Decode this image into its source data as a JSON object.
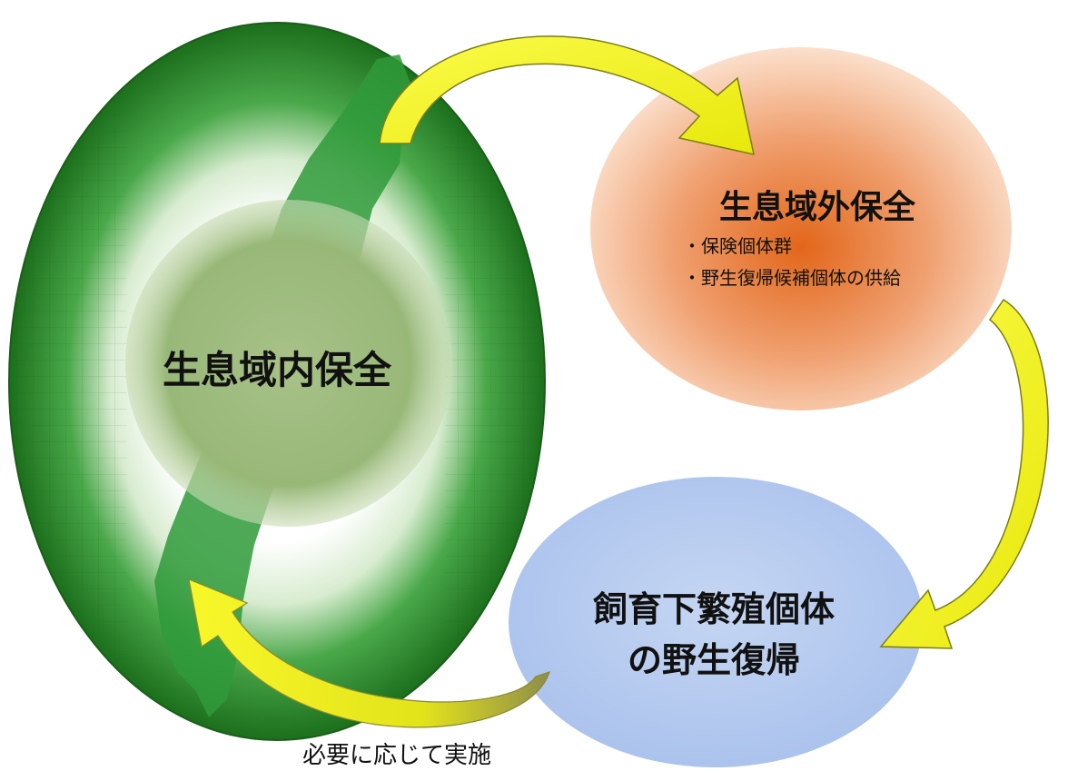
{
  "in_situ": {
    "title": "生息域内保全"
  },
  "ex_situ": {
    "title": "生息域外保全",
    "bullets": [
      "・保険個体群",
      "・野生復帰候補個体の供給"
    ]
  },
  "reintroduction": {
    "line1": "飼育下繁殖個体",
    "line2": "の野生復帰"
  },
  "note": "必要に応じて実施",
  "colors": {
    "in_situ_dark": "#1f7a1f",
    "in_situ_mid": "#2e9e2e",
    "ex_situ_center": "#e8782a",
    "ex_situ_edge": "#f6c9a6",
    "reintro_fill": "#b9cdf0",
    "arrow_fill": "#f2f020",
    "arrow_shadow": "#9a9a20"
  }
}
